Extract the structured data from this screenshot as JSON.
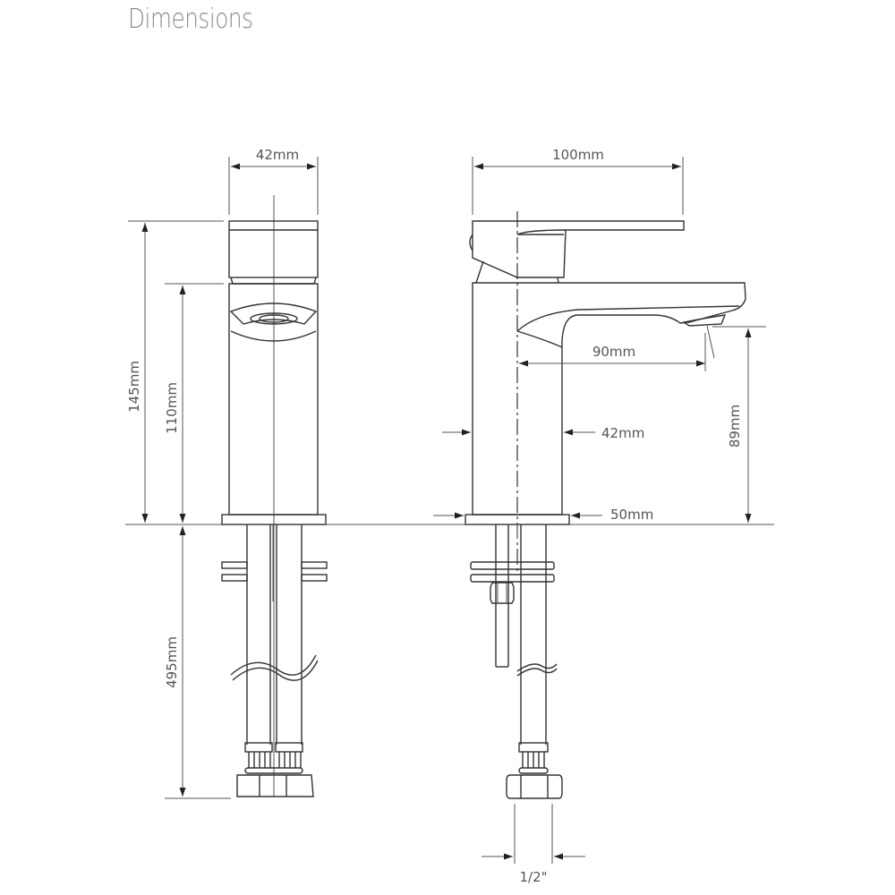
{
  "page": {
    "title": "Dimensions"
  },
  "front_view": {
    "width_label": "42mm",
    "overall_height_label": "145mm",
    "body_height_label": "110mm",
    "hose_length_label": "495mm"
  },
  "side_view": {
    "overall_length_label": "100mm",
    "spout_reach_label": "90mm",
    "body_width_label": "42mm",
    "base_width_label": "50mm",
    "outlet_height_label": "89mm",
    "connection_size_label": "1/2\""
  },
  "colors": {
    "line": "#333333",
    "text": "#555555",
    "title": "#8a8a8a"
  }
}
